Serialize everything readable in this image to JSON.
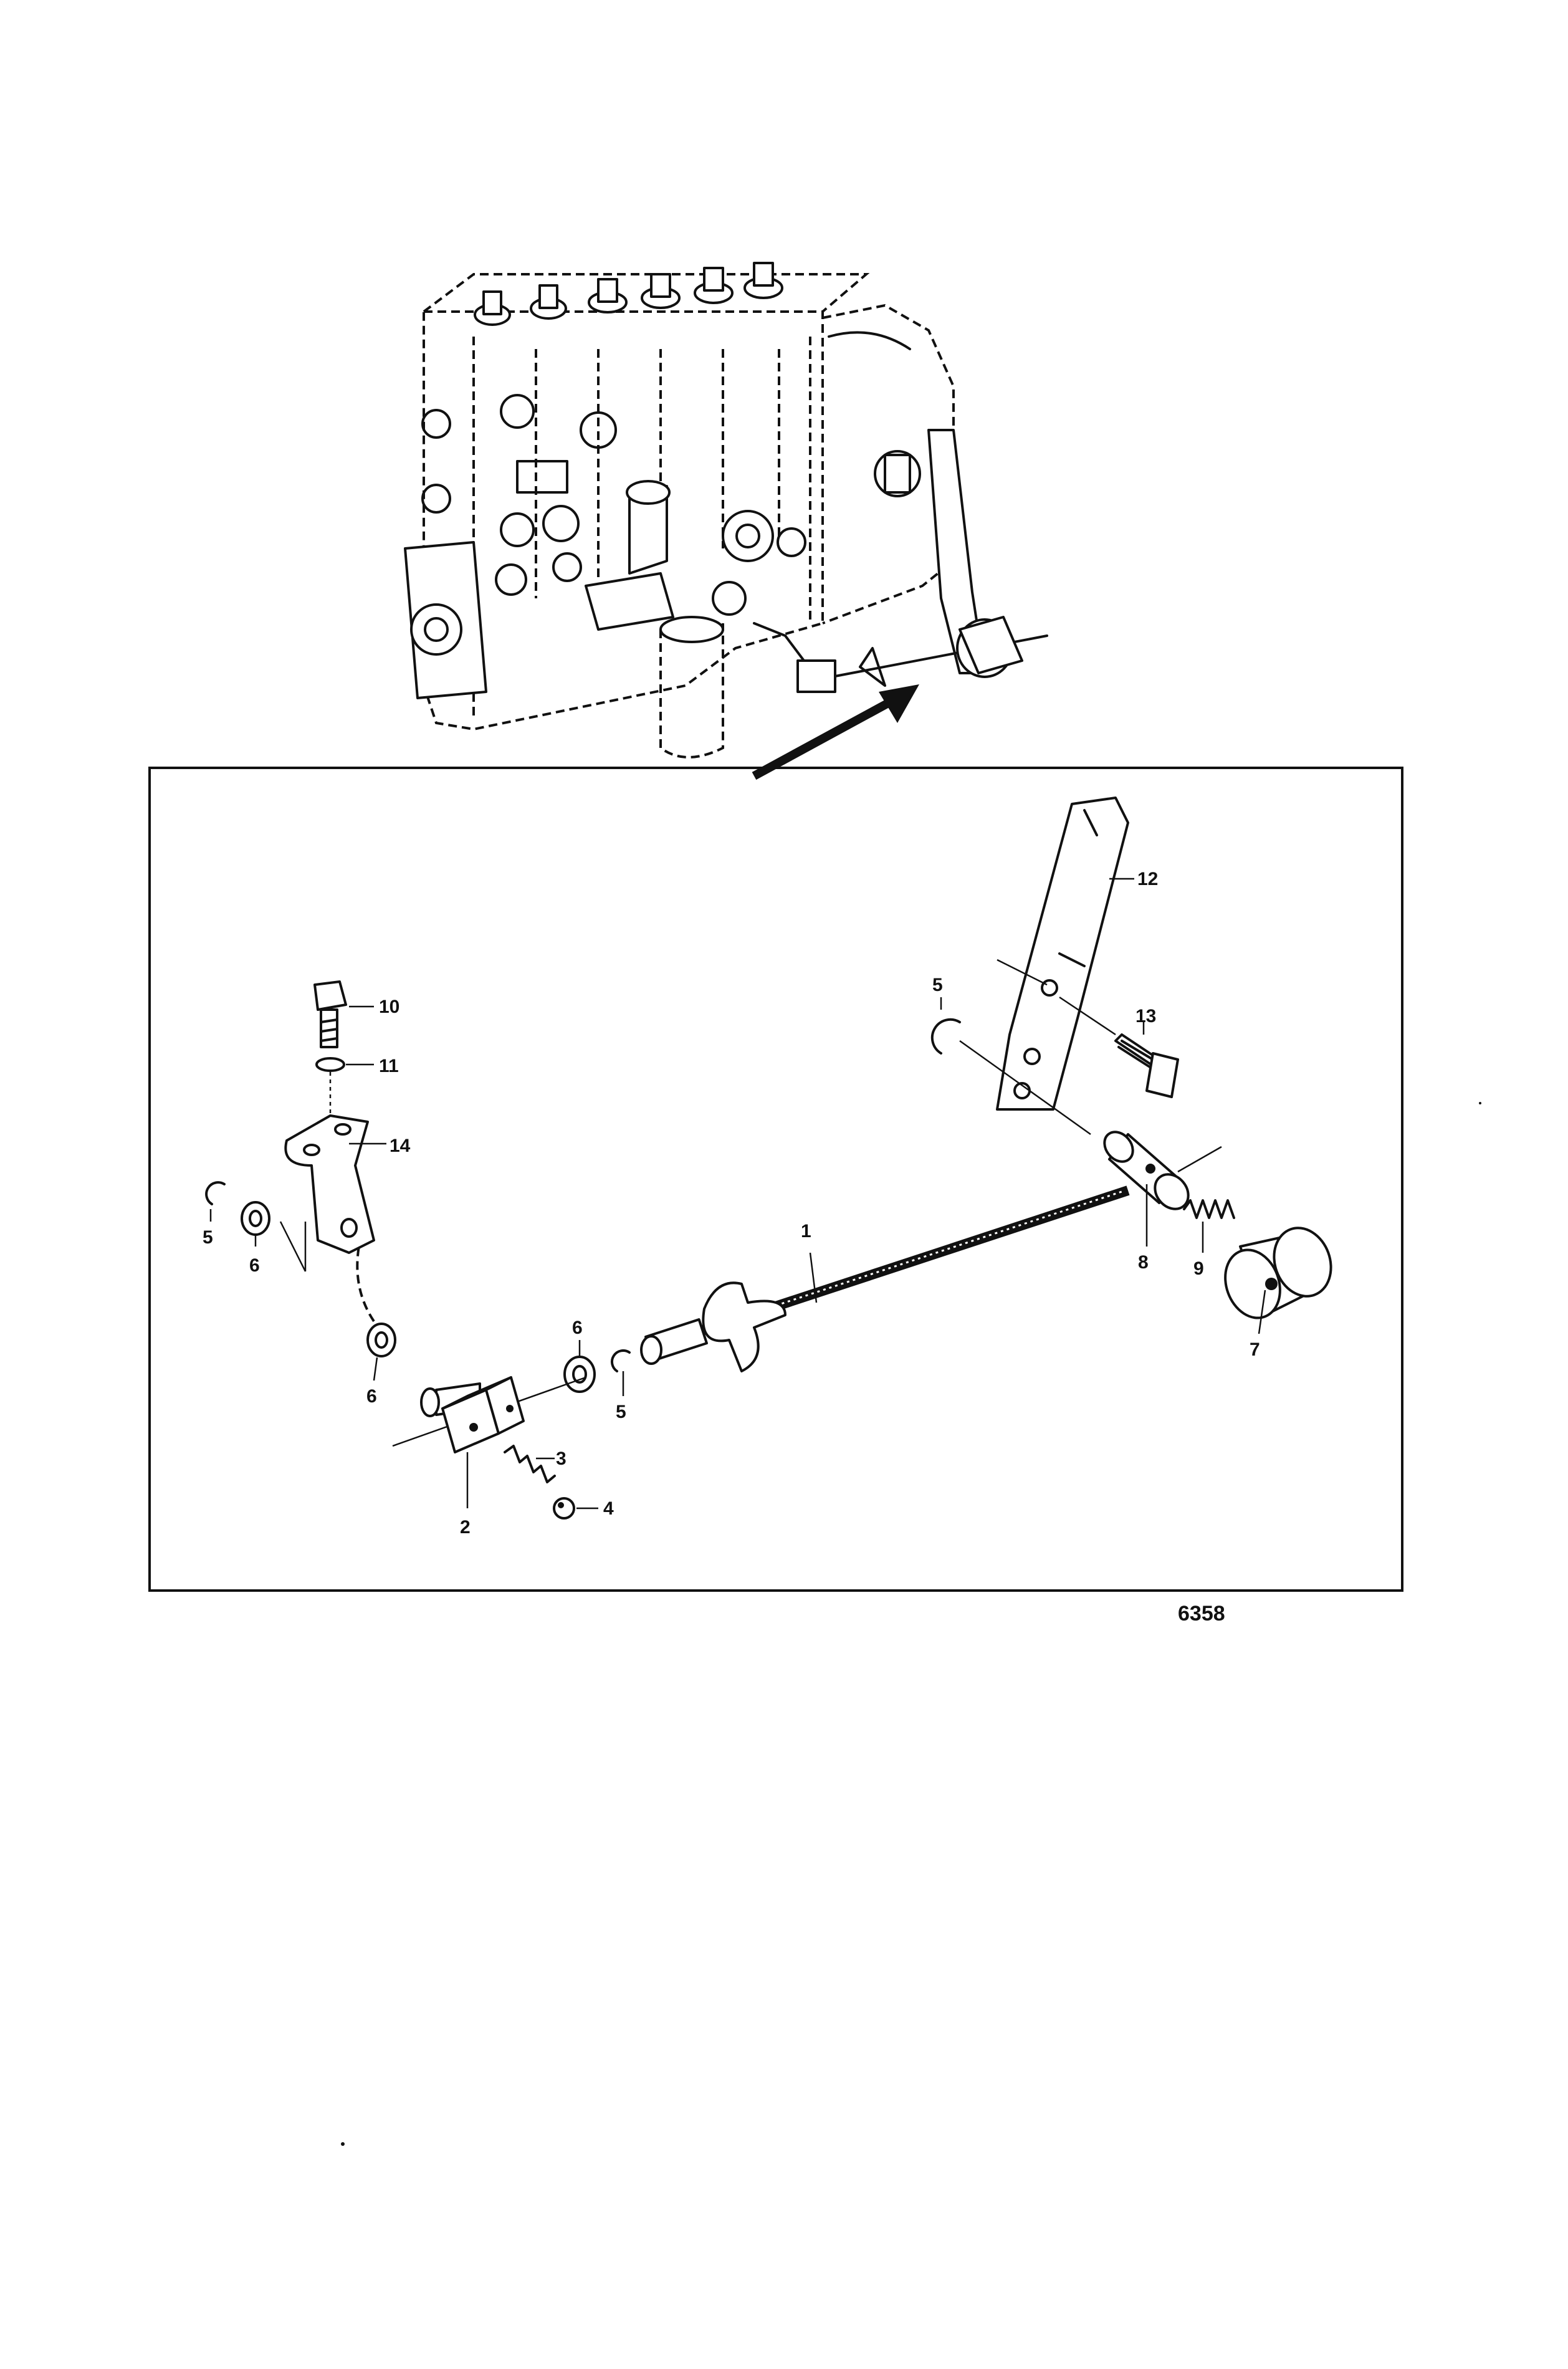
{
  "figure_number": "6358",
  "callouts": [
    {
      "id": "c1",
      "text": "1"
    },
    {
      "id": "c2",
      "text": "2"
    },
    {
      "id": "c3",
      "text": "3"
    },
    {
      "id": "c4",
      "text": "4"
    },
    {
      "id": "c5a",
      "text": "5"
    },
    {
      "id": "c5b",
      "text": "5"
    },
    {
      "id": "c5c",
      "text": "5"
    },
    {
      "id": "c6a",
      "text": "6"
    },
    {
      "id": "c6b",
      "text": "6"
    },
    {
      "id": "c6c",
      "text": "6"
    },
    {
      "id": "c7",
      "text": "7"
    },
    {
      "id": "c8",
      "text": "8"
    },
    {
      "id": "c9",
      "text": "9"
    },
    {
      "id": "c10",
      "text": "10"
    },
    {
      "id": "c11",
      "text": "11"
    },
    {
      "id": "c12",
      "text": "12"
    },
    {
      "id": "c13",
      "text": "13"
    },
    {
      "id": "c14",
      "text": "14"
    }
  ]
}
